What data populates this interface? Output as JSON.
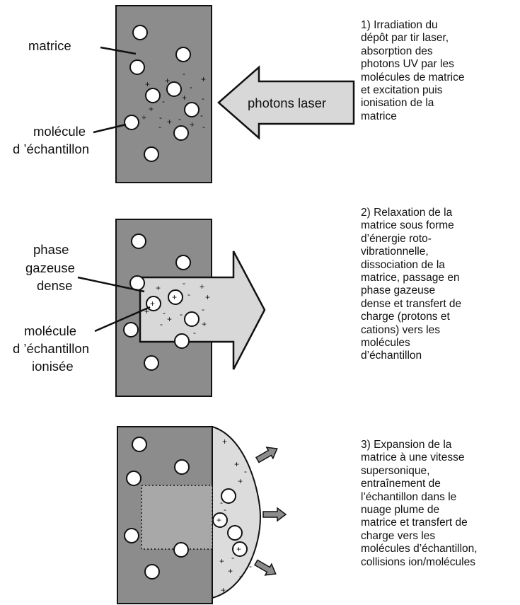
{
  "panel1": {
    "label_matrix": "matrice",
    "label_sample_line1": "molécule",
    "label_sample_line2": "d ’échantillon",
    "arrow_label": "photons laser",
    "description": "1) Irradiation du\ndépôt par tir laser,\nabsorption des\nphotons UV par les\nmolécules de matrice\net excitation puis\nionisation de la\nmatrice"
  },
  "panel2": {
    "label_phase_line1": "phase",
    "label_phase_line2": "gazeuse",
    "label_phase_line3": "dense",
    "label_ion_line1": "molécule",
    "label_ion_line2": "d ’échantillon",
    "label_ion_line3": "ionisée",
    "description": "2) Relaxation de la\nmatrice sous forme\nd’énergie roto-\nvibrationnelle,\ndissociation de la\nmatrice, passage en\nphase gazeuse\ndense et transfert de\ncharge (protons et\ncations) vers les\nmolécules\nd’échantillon"
  },
  "panel3": {
    "description": "3) Expansion de la\nmatrice à une vitesse\nsupersonique,\nentraînement de\nl’échantillon dans le\nnuage plume de\nmatrice et transfert de\ncharge vers les\nmolécules d’échantillon,\ncollisions ion/molécules"
  },
  "symbols": {
    "plus": "+",
    "minus": "-"
  },
  "colors": {
    "matrix_fill": "#8c8c8c",
    "plume_fill": "#dcdcdc",
    "arrow_fill": "#d8d8d8",
    "small_arrow_fill": "#8c8c8c"
  }
}
